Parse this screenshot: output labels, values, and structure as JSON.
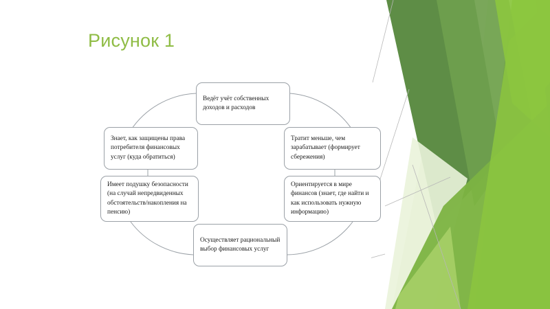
{
  "slide": {
    "background_color": "#ffffff",
    "title": "Рисунок 1",
    "title_color": "#8fbc45"
  },
  "decor": {
    "name": "green-angular-graphic",
    "colors": {
      "dark_green": "#5e8d46",
      "mid_green": "#6fa04e",
      "leaf_green": "#7cb342",
      "bright_green": "#8cc63f",
      "light_green": "#a9d169",
      "pale_green": "#d8e9bd",
      "very_pale_green": "#eaf3da",
      "hairline": "#b7b7b7"
    }
  },
  "diagram": {
    "name": "financial-literacy-cycle",
    "type": "cycle",
    "ring_color": "#9aa0a6",
    "node_border_color": "#9aa0a6",
    "node_fill_color": "#ffffff",
    "nodes": [
      {
        "position": "top",
        "text": "Ведёт учёт собственных доходов и расходов"
      },
      {
        "position": "right-top",
        "text": "Тратит меньше, чем зарабатывает (формирует сбережения)"
      },
      {
        "position": "right-bottom",
        "text": "Ориентируется в мире финансов (знает, где найти и как использовать нужную информацию)"
      },
      {
        "position": "bottom",
        "text": "Осуществляет рациональный выбор финансовых услуг"
      },
      {
        "position": "left-bottom",
        "text": "Имеет подушку безопасности (на случай непредвиденных обстоятельств/накопления на пенсию)"
      },
      {
        "position": "left-top",
        "text": "Знает, как защищены права потребителя финансовых услуг (куда обратиться)"
      }
    ]
  }
}
